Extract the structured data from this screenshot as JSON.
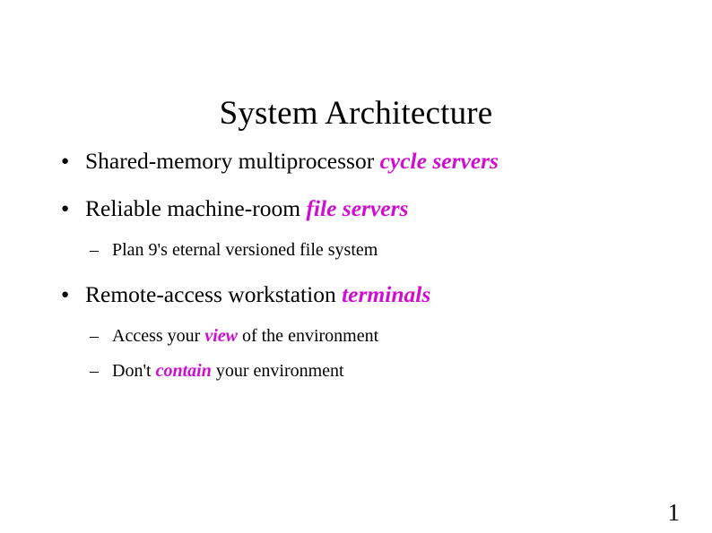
{
  "slide": {
    "title": "System Architecture",
    "accent_color": "#D20CD2",
    "text_color": "#000000",
    "background_color": "#FFFFFF",
    "page_number": "1",
    "bullet_marker": "●",
    "subbullet_marker": "–",
    "bullets": [
      {
        "level": 1,
        "text_plain": "Shared-memory multiprocessor ",
        "text_accent": "cycle servers"
      },
      {
        "level": 1,
        "text_plain": "Reliable machine-room ",
        "text_accent": "file servers"
      },
      {
        "level": 2,
        "text_plain": "Plan 9's eternal versioned file system",
        "text_accent": ""
      },
      {
        "level": 1,
        "text_plain": "Remote-access workstation ",
        "text_accent": "terminals"
      },
      {
        "level": 2,
        "text_pre": "Access your ",
        "text_accent": "view",
        "text_post": " of the environment"
      },
      {
        "level": 2,
        "text_pre": "Don't ",
        "text_accent": "contain",
        "text_post": " your environment"
      }
    ]
  }
}
